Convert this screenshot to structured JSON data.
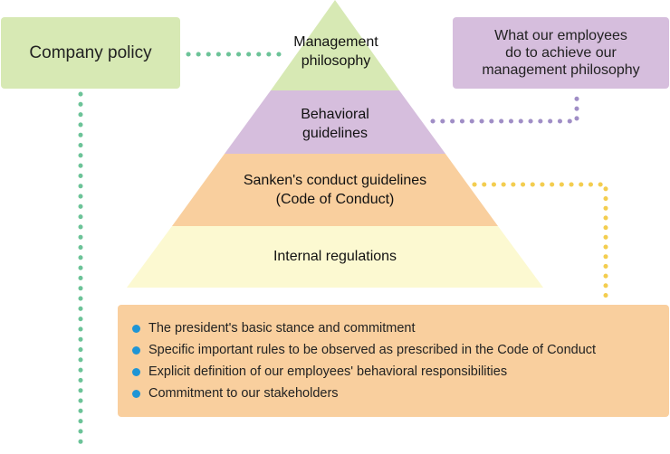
{
  "policy_box": {
    "label": "Company policy"
  },
  "employees_box": {
    "lines": [
      "What our employees",
      "do to achieve our",
      "management philosophy"
    ]
  },
  "pyramid": {
    "tiers": [
      {
        "lines": [
          "Management",
          "philosophy"
        ],
        "color": "#d7e9b4"
      },
      {
        "lines": [
          "Behavioral",
          "guidelines"
        ],
        "color": "#d6bedd"
      },
      {
        "lines": [
          "Sanken's conduct guidelines",
          "(Code of Conduct)"
        ],
        "color": "#f9cf9e"
      },
      {
        "lines": [
          "Internal regulations"
        ],
        "color": "#fcf9d1"
      }
    ]
  },
  "info_box": {
    "items": [
      "The president's basic stance and commitment",
      "Specific important rules to be observed as prescribed in the Code of Conduct",
      "Explicit definition of our employees' behavioral responsibilities",
      "Commitment to our stakeholders"
    ],
    "bullet_color": "#1f95d5",
    "color": "#f9cf9e"
  },
  "connector_colors": {
    "policy": "#6cc398",
    "employees": "#a08ec6",
    "code_of_conduct": "#f3cd4f"
  }
}
